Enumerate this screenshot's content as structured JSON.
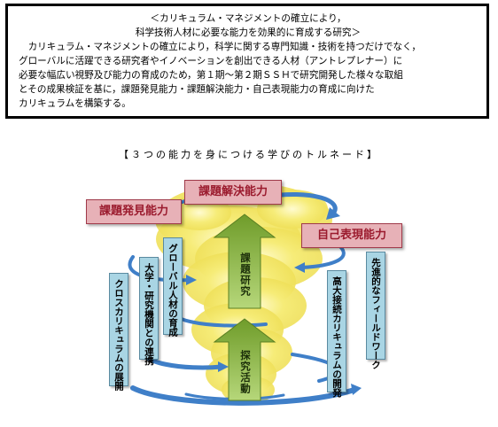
{
  "intro": {
    "heading_line1": "＜カリキュラム・マネジメントの確立により，",
    "heading_line2": "科学技術人材に必要な能力を効果的に育成する研究＞",
    "body_lines": [
      "　カリキュラム・マネジメントの確立により，科学に関する専門知識・技術を持つだけでなく，",
      "グローバルに活躍できる研究者やイノベーションを創出できる人材（アントレプレナー）に",
      "必要な幅広い視野及び能力の育成のため，第１期〜第２期ＳＳＨで研究開発した様々な取組",
      "とその成果検証を基に，課題発見能力・課題解決能力・自己表現能力の育成に向けた",
      "カリキュラムを構築する。"
    ]
  },
  "diagram": {
    "title": "【３つの能力を身につける学びのトルネード】",
    "abilities": {
      "discovery": "課題発見能力",
      "solving": "課題解決能力",
      "expression": "自己表現能力"
    },
    "core": {
      "research": "課題研究",
      "inquiry": "探究活動"
    },
    "pillars": {
      "cross_curriculum": "クロスカリキュラムの展開",
      "university_collab": "大学・研究機関との連携",
      "global_talent": "グローバル人材の育成",
      "frontier_fieldwork": "先進的なフィールドワーク",
      "hs_univ_curriculum": "高大接続カリキュラムの開発"
    },
    "colors": {
      "ability_fill": "#e7b1b7",
      "ability_text": "#9b1b2e",
      "pillar_fill": "#a9d5e4",
      "core_arrow": "#8fb843",
      "tornado": "#f2e24a",
      "swirl": "#3f7fc8"
    }
  }
}
